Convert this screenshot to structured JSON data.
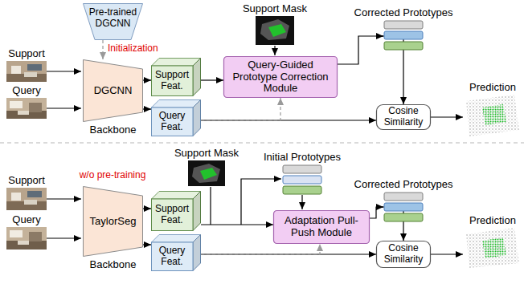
{
  "diagram": {
    "nodes": [
      {
        "text": [
          "Pre-trained DGCNN"
        ]
      },
      {
        "text": [
          "DGCNN",
          "Backbone"
        ]
      },
      {
        "text": [
          "Support Feat."
        ]
      },
      {
        "text": [
          "Query Feat."
        ]
      },
      {
        "text": [
          "Query-Guided Prototype Correction Module"
        ]
      },
      {
        "text": [
          "Cosine Similarity"
        ]
      },
      {
        "text": [
          "TaylorSeg",
          "Backbone"
        ]
      },
      {
        "text": [
          "Support Feat."
        ]
      },
      {
        "text": [
          "Query Feat."
        ]
      },
      {
        "text": [
          "Adaptation Pull-Push Module"
        ]
      },
      {
        "text": [
          "Cosine Similarity"
        ]
      }
    ],
    "edges": [
      {
        "from": 0,
        "to": 1,
        "arrow": "to"
      },
      {
        "from": 1,
        "to": 2,
        "arrow": "to"
      },
      {
        "from": 1,
        "to": 3,
        "arrow": "to"
      },
      {
        "from": 2,
        "to": 4,
        "arrow": "to"
      },
      {
        "from": 4,
        "to": 5,
        "arrow": "to"
      },
      {
        "from": 3,
        "to": 5,
        "arrow": "to"
      },
      {
        "from": 3,
        "to": 4,
        "arrow": "to"
      },
      {
        "from": 6,
        "to": 7,
        "arrow": "to"
      },
      {
        "from": 6,
        "to": 8,
        "arrow": "to"
      },
      {
        "from": 7,
        "to": 9,
        "arrow": "to"
      },
      {
        "from": 9,
        "to": 10,
        "arrow": "to"
      },
      {
        "from": 8,
        "to": 10,
        "arrow": "to"
      },
      {
        "from": 8,
        "to": 9,
        "arrow": "to"
      }
    ],
    "labels": [
      "Support",
      "Query",
      "Initialization",
      "Support Mask",
      "Corrected Prototypes",
      "Prediction",
      "Support",
      "Query",
      "w/o pre-training",
      "Support Mask",
      "Initial Prototypes",
      "Corrected Prototypes",
      "Prediction"
    ]
  }
}
